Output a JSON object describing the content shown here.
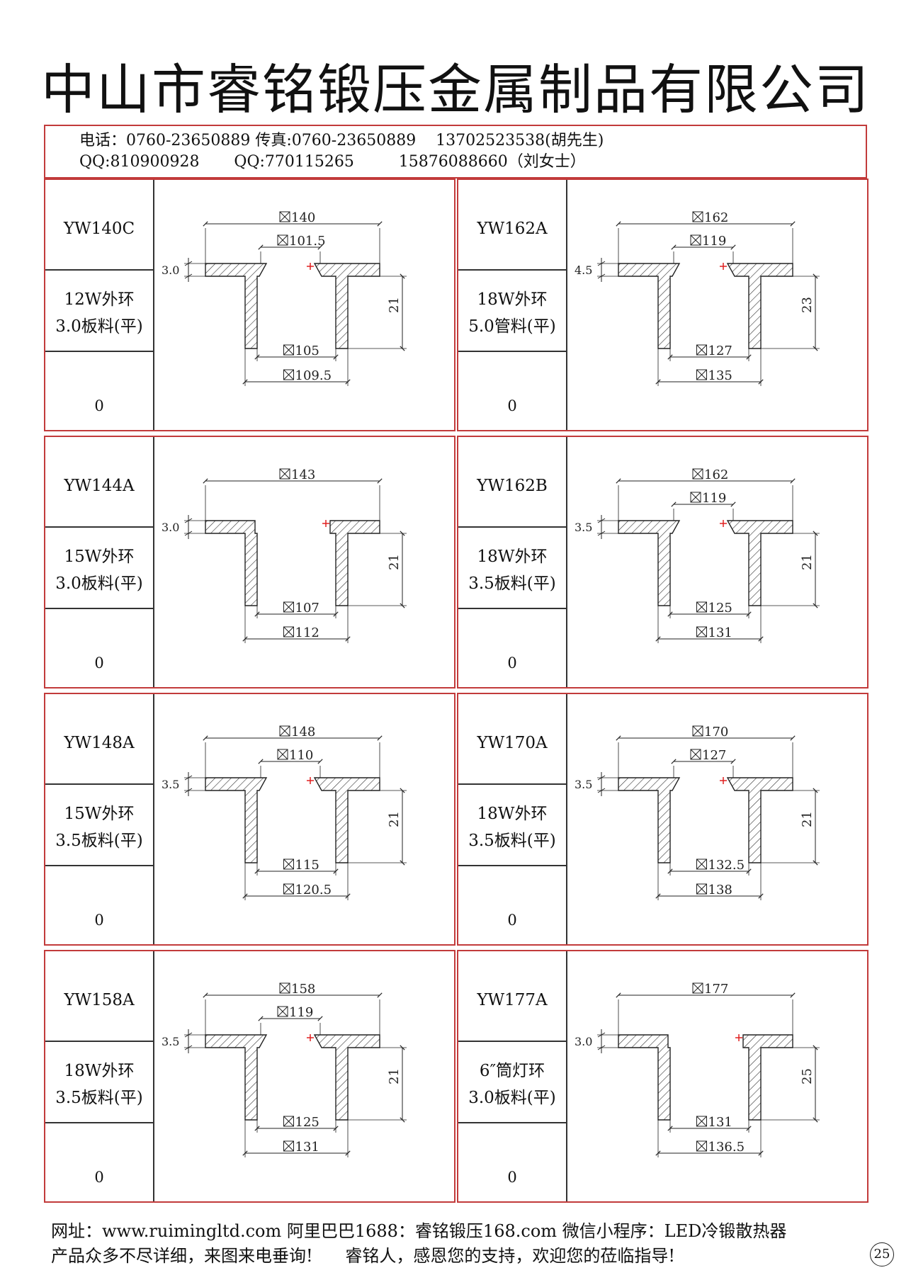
{
  "company_title": "中山市睿铭锻压金属制品有限公司",
  "contact": {
    "line1": "电话：0760-23650889 传真:0760-23650889    13702523538(胡先生)",
    "line2": "QQ:810900928       QQ:770115265         15876088660（刘女士）"
  },
  "products": [
    {
      "code": "YW140C",
      "desc1": "12W外环",
      "desc2": "3.0板料(平)",
      "qty": "0",
      "top_width": "140",
      "inner_top": "101.5",
      "bottom_inner": "105",
      "bottom_outer": "109.5",
      "thickness": "3.0",
      "height": "21"
    },
    {
      "code": "YW162A",
      "desc1": "18W外环",
      "desc2": "5.0管料(平)",
      "qty": "0",
      "top_width": "162",
      "inner_top": "119",
      "bottom_inner": "127",
      "bottom_outer": "135",
      "thickness": "4.5",
      "height": "23"
    },
    {
      "code": "YW144A",
      "desc1": "15W外环",
      "desc2": "3.0板料(平)",
      "qty": "0",
      "top_width": "143",
      "inner_top": "",
      "bottom_inner": "107",
      "bottom_outer": "112",
      "thickness": "3.0",
      "height": "21"
    },
    {
      "code": "YW162B",
      "desc1": "18W外环",
      "desc2": "3.5板料(平)",
      "qty": "0",
      "top_width": "162",
      "inner_top": "119",
      "bottom_inner": "125",
      "bottom_outer": "131",
      "thickness": "3.5",
      "height": "21"
    },
    {
      "code": "YW148A",
      "desc1": "15W外环",
      "desc2": "3.5板料(平)",
      "qty": "0",
      "top_width": "148",
      "inner_top": "110",
      "bottom_inner": "115",
      "bottom_outer": "120.5",
      "thickness": "3.5",
      "height": "21"
    },
    {
      "code": "YW170A",
      "desc1": "18W外环",
      "desc2": "3.5板料(平)",
      "qty": "0",
      "top_width": "170",
      "inner_top": "127",
      "bottom_inner": "132.5",
      "bottom_outer": "138",
      "thickness": "3.5",
      "height": "21"
    },
    {
      "code": "YW158A",
      "desc1": "18W外环",
      "desc2": "3.5板料(平)",
      "qty": "0",
      "top_width": "158",
      "inner_top": "119",
      "bottom_inner": "125",
      "bottom_outer": "131",
      "thickness": "3.5",
      "height": "21"
    },
    {
      "code": "YW177A",
      "desc1": "6″筒灯环",
      "desc2": "3.0板料(平)",
      "qty": "0",
      "top_width": "177",
      "inner_top": "",
      "bottom_inner": "131",
      "bottom_outer": "136.5",
      "thickness": "3.0",
      "height": "25"
    }
  ],
  "footer": {
    "line1": "网址：www.ruimingltd.com 阿里巴巴1688：睿铭锻压168.com 微信小程序：LED冷锻散热器",
    "line2": "产品众多不尽详细，来图来电垂询!      睿铭人，感恩您的支持，欢迎您的莅临指导!"
  },
  "page_number": "25",
  "colors": {
    "border": "#c23b3b",
    "hatch": "#333333",
    "plus": "#e02020"
  }
}
